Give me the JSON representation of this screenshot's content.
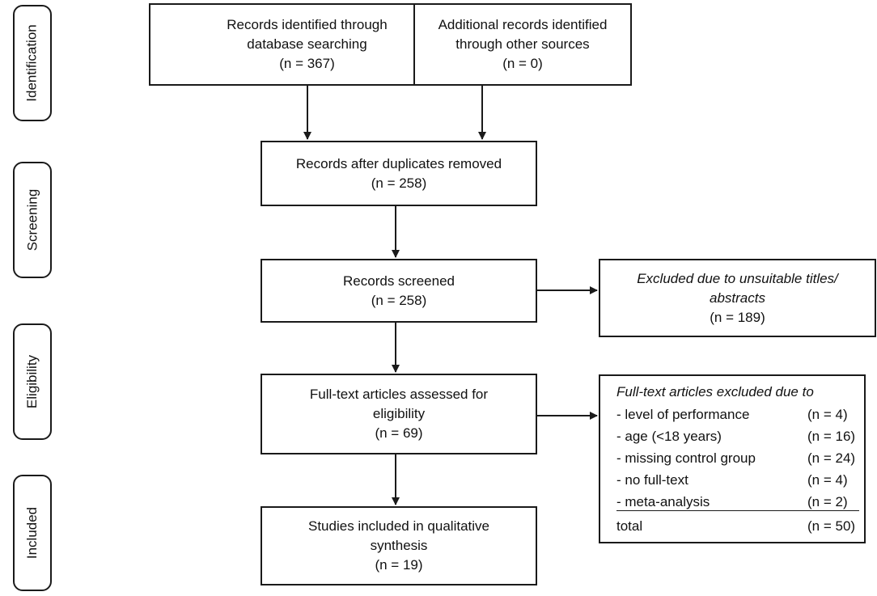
{
  "phases": {
    "identification": "Identification",
    "screening": "Screening",
    "eligibility": "Eligibility",
    "included": "Included"
  },
  "boxes": {
    "database": {
      "line1": "Records identified through",
      "line2": "database searching",
      "count": "(n = 367)"
    },
    "other": {
      "line1": "Additional records identified",
      "line2": "through other sources",
      "count": "(n = 0)"
    },
    "duplicates": {
      "line1": "Records after duplicates removed",
      "count": "(n = 258)"
    },
    "screened": {
      "line1": "Records screened",
      "count": "(n = 258)"
    },
    "excluded_titles": {
      "line1": "Excluded due to unsuitable titles/",
      "line2": "abstracts",
      "count": "(n = 189)"
    },
    "fulltext": {
      "line1": "Full-text articles assessed for",
      "line2": "eligibility",
      "count": "(n = 69)"
    },
    "included": {
      "line1": "Studies included in qualitative",
      "line2": "synthesis",
      "count": "(n = 19)"
    }
  },
  "fulltext_exclusions": {
    "title": "Full-text articles excluded due to",
    "rows": [
      {
        "reason": "- level of performance",
        "count": "(n = 4)"
      },
      {
        "reason": "- age (<18 years)",
        "count": "(n = 16)"
      },
      {
        "reason": "- missing control group",
        "count": "(n = 24)"
      },
      {
        "reason": "- no full-text",
        "count": "(n = 4)"
      },
      {
        "reason": "- meta-analysis",
        "count": "(n = 2)"
      }
    ],
    "total": {
      "reason": "total",
      "count": "(n = 50)"
    }
  }
}
